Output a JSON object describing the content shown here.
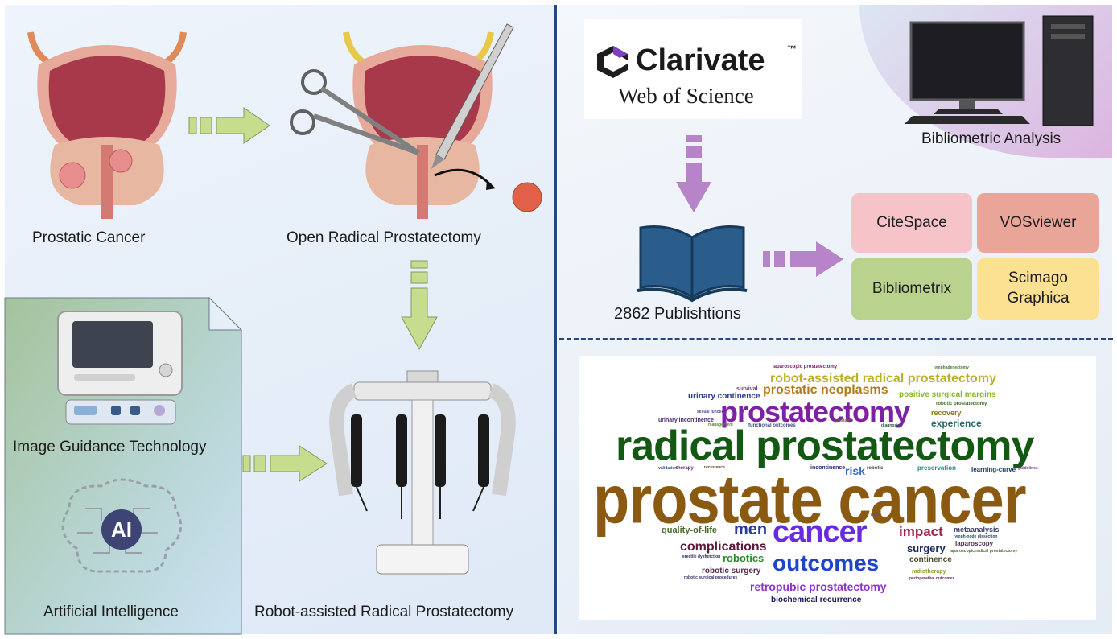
{
  "left": {
    "prostatic_cancer": "Prostatic Cancer",
    "open_surgery": "Open Radical Prostatectomy",
    "robot_surgery": "Robot-assisted Radical Prostatectomy",
    "image_guidance": "Image Guidance Technology",
    "ai_badge": "AI",
    "artificial_intelligence": "Artificial Intelligence"
  },
  "right": {
    "clarivate_name": "Clarivate",
    "clarivate_tm": "™",
    "web_of_science": "Web of Science",
    "bibliometric_analysis": "Bibliometric Analysis",
    "publications": "2862 Publishtions",
    "tools": {
      "citespace": "CiteSpace",
      "vosviewer": "VOSviewer",
      "bibliometrix": "Bibliometrix",
      "scimago": "Scimago Graphica"
    }
  },
  "colors": {
    "divider": "#27467f",
    "arrow_green": "#c8dc8e",
    "arrow_purple": "#b783c9",
    "citespace": "#f6c3c9",
    "vosviewer": "#e9a598",
    "bibliometrix": "#b9d38f",
    "scimago": "#fbe191"
  },
  "wordcloud": [
    {
      "text": "laparoscopic prostatectomy",
      "color": "#7a1a6c"
    },
    {
      "text": "lymphadenectomy",
      "color": "#4a7a3a"
    },
    {
      "text": "robot-assisted radical prostatectomy",
      "color": "#b9b12a"
    },
    {
      "text": "survival",
      "color": "#6a3a8a"
    },
    {
      "text": "urinary continence",
      "color": "#2a3a8a"
    },
    {
      "text": "prostatic neoplasms",
      "color": "#b07a1a"
    },
    {
      "text": "positive surgical margins",
      "color": "#8ab72a"
    },
    {
      "text": "robotic prostatectomy",
      "color": "#3a6a2a"
    },
    {
      "text": "sexual function",
      "color": "#4a4a8a"
    },
    {
      "text": "recovery",
      "color": "#8a7a1a"
    },
    {
      "text": "prostatectomy",
      "color": "#7e22a2"
    },
    {
      "text": "urinary incontinence",
      "color": "#4a2a6a"
    },
    {
      "text": "experience",
      "color": "#2a6a6a"
    },
    {
      "text": "prostate",
      "color": "#6a6a2a"
    },
    {
      "text": "management",
      "color": "#5a8a2a"
    },
    {
      "text": "functional outcomes",
      "color": "#4a4a8a"
    },
    {
      "text": "diagnosis",
      "color": "#2a5a3a"
    },
    {
      "text": "radical prostatectomy",
      "color": "#135913"
    },
    {
      "text": "validation",
      "color": "#2a4a8a"
    },
    {
      "text": "therapy",
      "color": "#5a2a6a"
    },
    {
      "text": "recurrence",
      "color": "#6a3a2a"
    },
    {
      "text": "incontinence",
      "color": "#2a2a7a"
    },
    {
      "text": "risk",
      "color": "#3a6ad0"
    },
    {
      "text": "robotic",
      "color": "#4a4a4a"
    },
    {
      "text": "preservation",
      "color": "#2a8a8a"
    },
    {
      "text": "learning-curve",
      "color": "#1a3a6a"
    },
    {
      "text": "guidelines",
      "color": "#7a3a8a"
    },
    {
      "text": "prostate cancer",
      "color": "#8b5a12"
    },
    {
      "text": "rates",
      "color": "#6a4a8a"
    },
    {
      "text": "quality-of-life",
      "color": "#4a6a2a"
    },
    {
      "text": "men",
      "color": "#2a3aa0"
    },
    {
      "text": "cancer",
      "color": "#6a2ae0"
    },
    {
      "text": "impact",
      "color": "#a0224a"
    },
    {
      "text": "metaanalysis",
      "color": "#3a3a6a"
    },
    {
      "text": "lymph-node dissection",
      "color": "#2a4a6a"
    },
    {
      "text": "laparoscopy",
      "color": "#4a2a4a"
    },
    {
      "text": "complications",
      "color": "#5a1a3a"
    },
    {
      "text": "surgery",
      "color": "#1a2a5a"
    },
    {
      "text": "laparoscopic radical prostatectomy",
      "color": "#4a6a2a"
    },
    {
      "text": "erectile dysfunction",
      "color": "#2a2a6a"
    },
    {
      "text": "robotics",
      "color": "#2a8a2a"
    },
    {
      "text": "outcomes",
      "color": "#1f44c8"
    },
    {
      "text": "continence",
      "color": "#4a4a2a"
    },
    {
      "text": "robotic surgery",
      "color": "#5a2a4a"
    },
    {
      "text": "radiotherapy",
      "color": "#8aa02a"
    },
    {
      "text": "robotic surgical procedures",
      "color": "#3a2a6a"
    },
    {
      "text": "perioperative outcomes",
      "color": "#6a2a6a"
    },
    {
      "text": "retropubic prostatectomy",
      "color": "#8e32c8"
    },
    {
      "text": "biochemical recurrence",
      "color": "#1a1a5a"
    }
  ]
}
